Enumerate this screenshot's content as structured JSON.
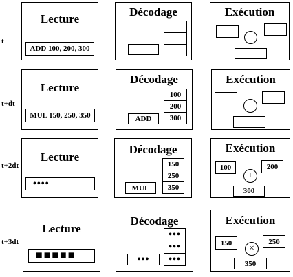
{
  "time_labels": [
    "t",
    "t+dt",
    "t+2dt",
    "t+3dt"
  ],
  "titles": {
    "lecture": "Lecture",
    "decodage": "Décodage",
    "execution": "Exécution"
  },
  "rows": [
    {
      "lecture_instr": "ADD 100, 200, 300",
      "decode_op": "",
      "decode_regs": [
        "",
        "",
        ""
      ],
      "exec_a": "",
      "exec_b": "",
      "exec_op": "",
      "exec_result": ""
    },
    {
      "lecture_instr": "MUL 150, 250, 350",
      "decode_op": "ADD",
      "decode_regs": [
        "100",
        "200",
        "300"
      ],
      "exec_a": "",
      "exec_b": "",
      "exec_op": "",
      "exec_result": ""
    },
    {
      "lecture_instr": "••••",
      "decode_op": "MUL",
      "decode_regs": [
        "150",
        "250",
        "350"
      ],
      "exec_a": "100",
      "exec_b": "200",
      "exec_op": "+",
      "exec_result": "300"
    },
    {
      "lecture_instr": "■■■■■",
      "decode_op": "•••",
      "decode_regs": [
        "•••",
        "•••",
        "•••"
      ],
      "exec_a": "150",
      "exec_b": "250",
      "exec_op": "×",
      "exec_result": "350"
    }
  ]
}
